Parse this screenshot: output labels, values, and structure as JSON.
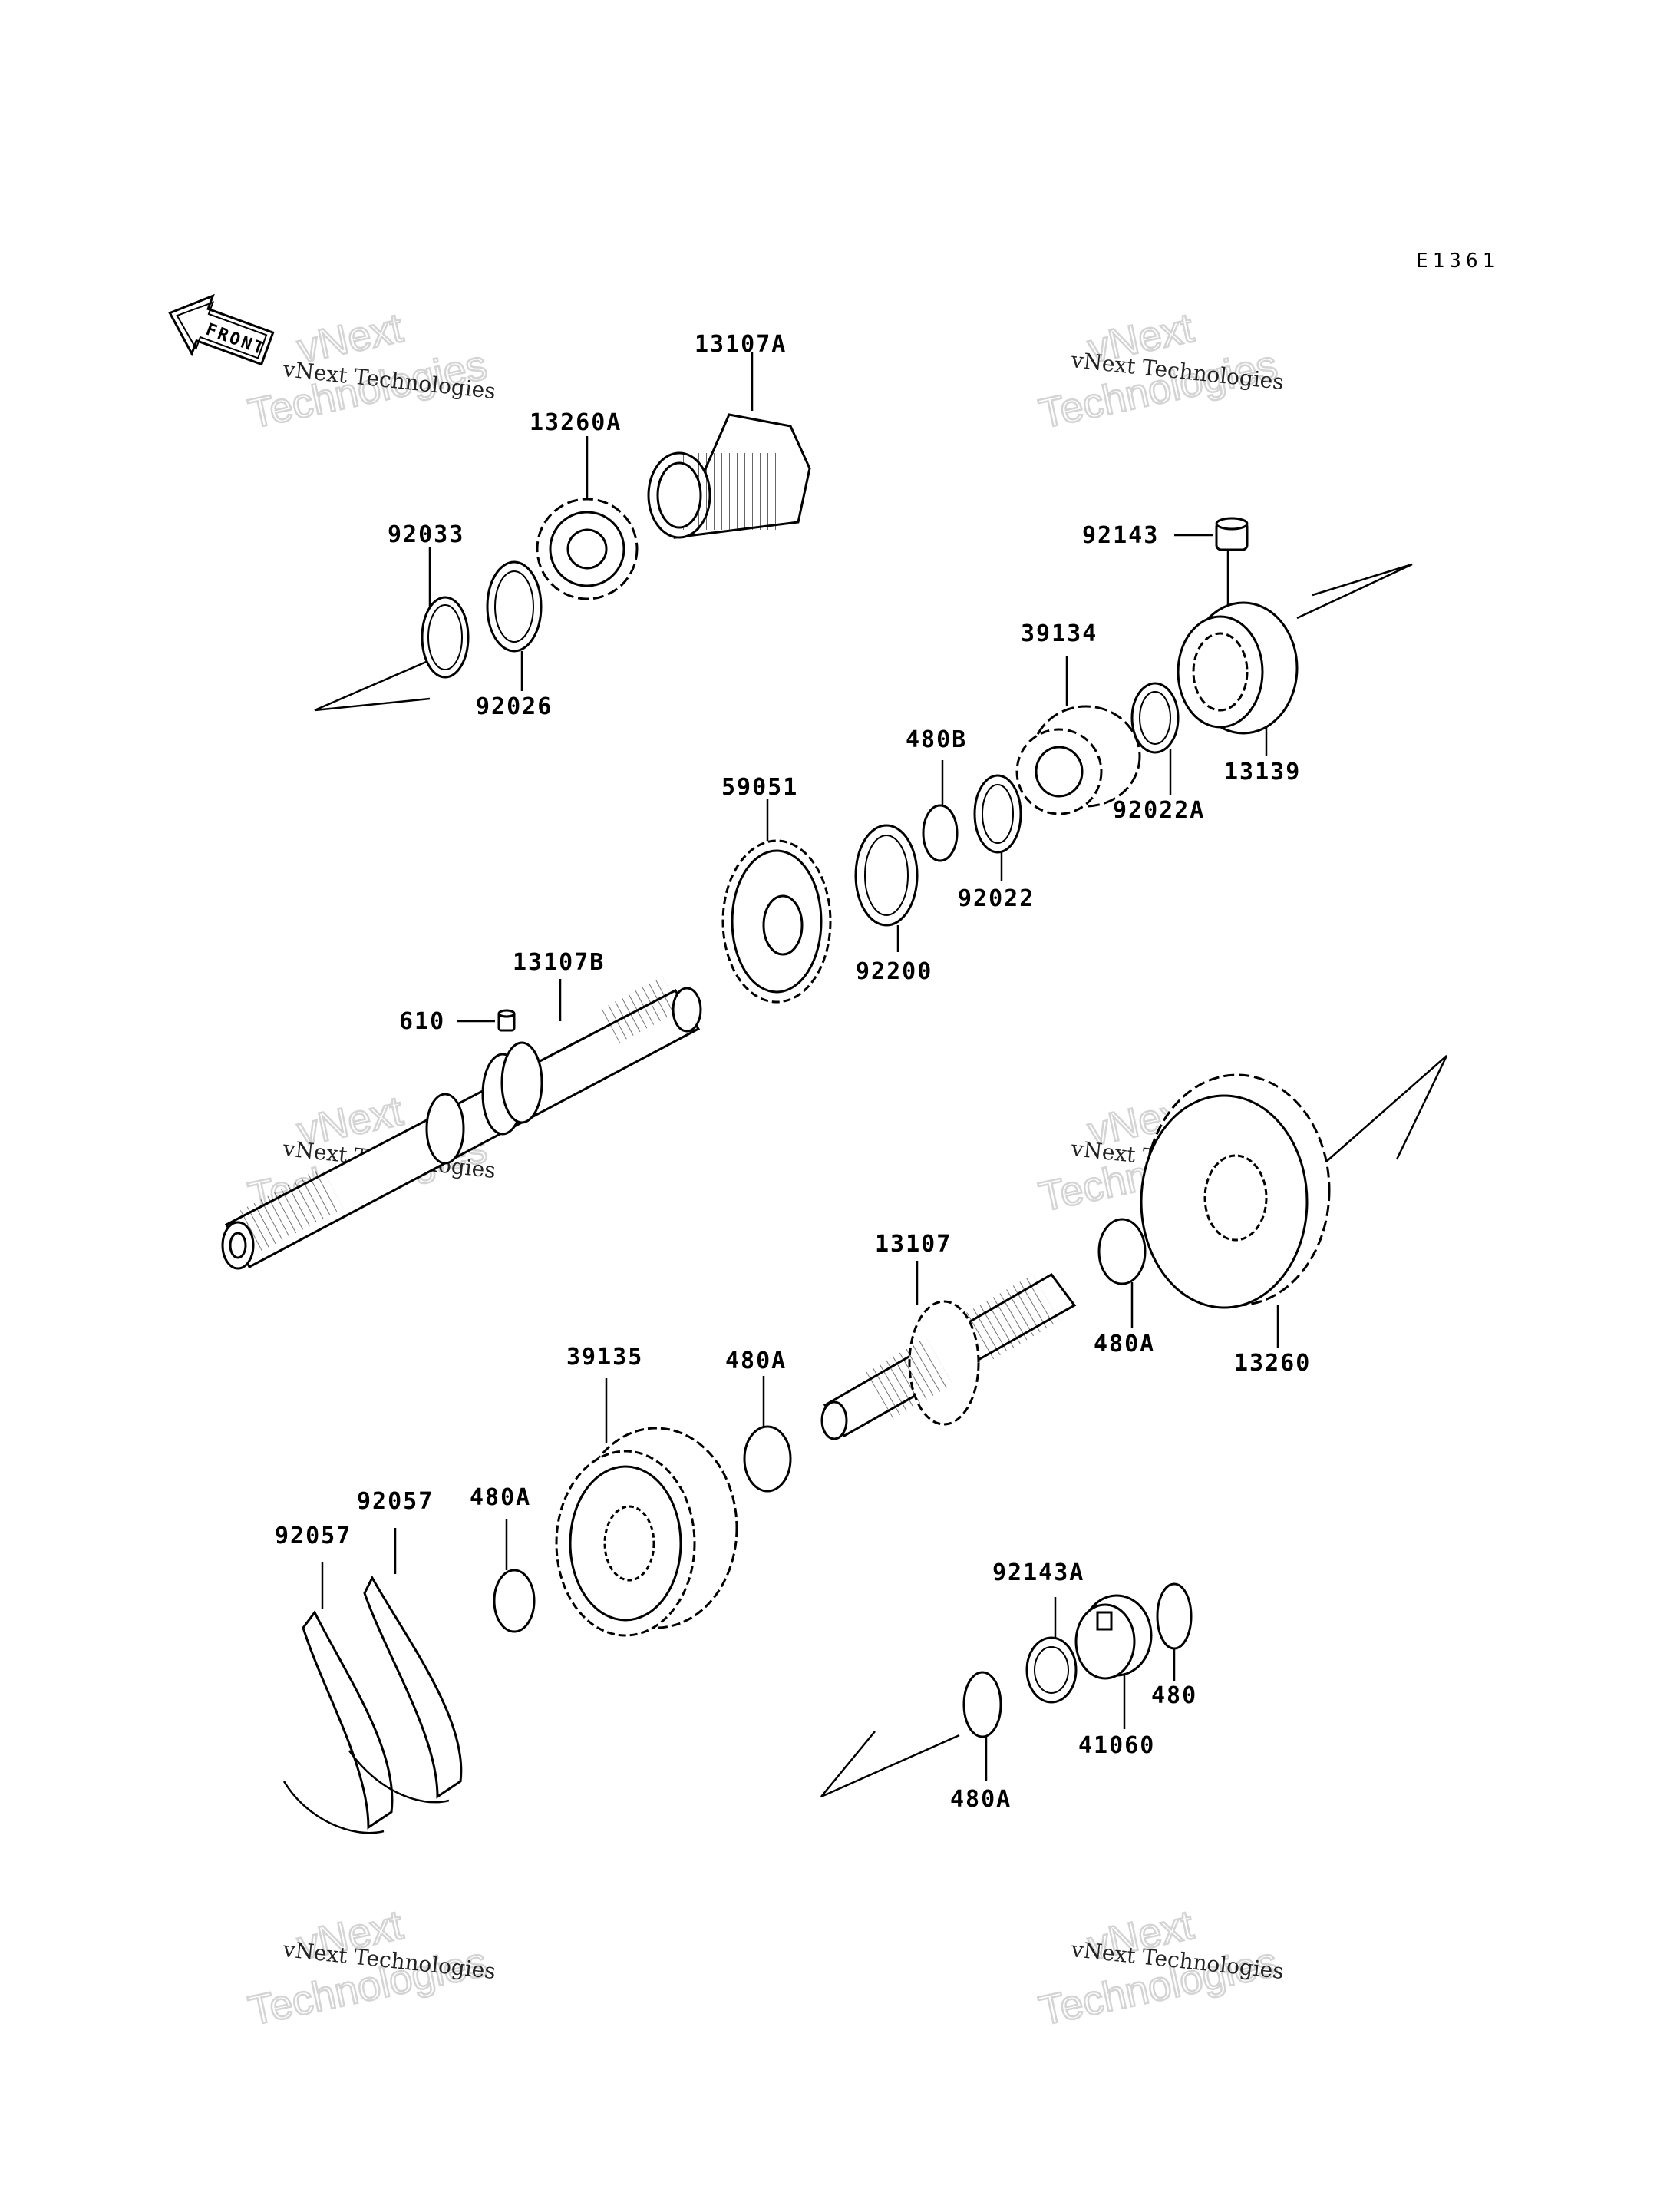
{
  "diagram_code": "E1361",
  "front_label": "FRONT",
  "watermark": {
    "small": "vNext Technologies",
    "big_line1": "vNext",
    "big_line2": "Technologies"
  },
  "parts": {
    "p13107A": "13107A",
    "p13260A": "13260A",
    "p92033": "92033",
    "p92026": "92026",
    "p92143": "92143",
    "p39134": "39134",
    "p13139": "13139",
    "p480B": "480B",
    "p92022A": "92022A",
    "p92022": "92022",
    "p59051": "59051",
    "p92200": "92200",
    "p13107B": "13107B",
    "p610": "610",
    "p13107": "13107",
    "p480A_1": "480A",
    "p13260": "13260",
    "p39135": "39135",
    "p480A_2": "480A",
    "p92057_1": "92057",
    "p92057_2": "92057",
    "p480A_3": "480A",
    "p92143A": "92143A",
    "p480": "480",
    "p41060": "41060",
    "p480A_4": "480A"
  }
}
